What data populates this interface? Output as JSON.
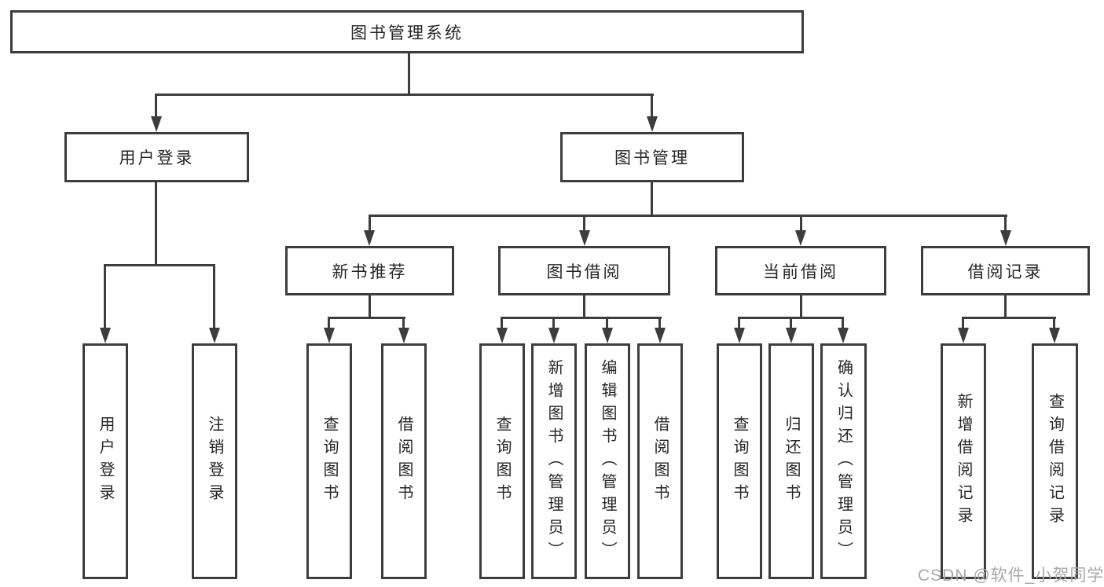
{
  "title": "图书管理系统",
  "watermark": "CSDN @软件_小贺同学",
  "colors": {
    "line": "#3d3d3d",
    "text": "#262626",
    "watermark": "#a8a8a8",
    "background": "#ffffff"
  },
  "level2": [
    {
      "label": "用户登录"
    },
    {
      "label": "图书管理"
    }
  ],
  "level3": [
    {
      "label": "新书推荐"
    },
    {
      "label": "图书借阅"
    },
    {
      "label": "当前借阅"
    },
    {
      "label": "借阅记录"
    }
  ],
  "leaves": {
    "user": [
      "用户登录",
      "注销登录"
    ],
    "recommend": [
      "查询图书",
      "借阅图书"
    ],
    "borrow": [
      "查询图书",
      "新增图书（管理员）",
      "编辑图书（管理员）",
      "借阅图书"
    ],
    "current": [
      "查询图书",
      "归还图书",
      "确认归还（管理员）"
    ],
    "records": [
      "新增借阅记录",
      "查询借阅记录"
    ]
  }
}
